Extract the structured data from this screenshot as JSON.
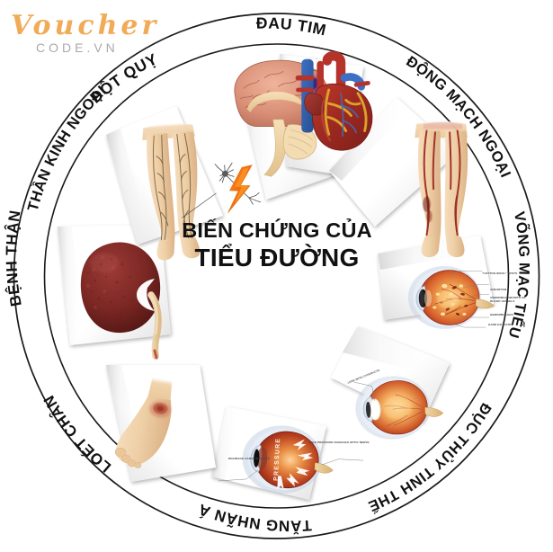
{
  "watermark": {
    "brand": "Voucher",
    "domain": "CODE.VN",
    "brand_color": "#f0a44a",
    "domain_color": "#9b9b9b"
  },
  "center": {
    "line1": "BIẾN CHỨNG CỦA",
    "line2": "TIỂU ĐƯỜNG"
  },
  "colors": {
    "outline": "#000000",
    "segment": "#ffffff",
    "segment_shadow": "#d9d9d9",
    "text": "#111111"
  },
  "segments": [
    {
      "id": "stroke",
      "label": "ĐỘT QUỴ",
      "illustration": "brain-stroke-illustration",
      "position": "top-left-of-top"
    },
    {
      "id": "heart-attack",
      "label": "ĐAU TIM",
      "illustration": "anatomical-heart-illustration",
      "position": "top"
    },
    {
      "id": "peripheral-artery-disease",
      "label": "ĐỘNG MẠCH NGOẠI BIÊN",
      "illustration": "legs-arteries-illustration",
      "position": "upper-right"
    },
    {
      "id": "diabetic-retinopathy",
      "label": "VÕNG MẠC TIỂU ĐƯỜNG",
      "illustration": "eye-retinopathy-illustration",
      "position": "right",
      "annotations": [
        "\"COTTON WOOL\" SPOTS",
        "ANEURYSM",
        "ABNORMAL GROWTH OF BLOOD VESSELS",
        "HEMORRHAGES",
        "HARD EXUDATES"
      ]
    },
    {
      "id": "cataract",
      "label": "ĐỤC THỦY TINH THỂ",
      "illustration": "eye-cataract-illustration",
      "position": "lower-right",
      "annotations": [
        "LENS WITH CATARACTS"
      ]
    },
    {
      "id": "glaucoma",
      "label": "TĂNG NHÃN ÁP",
      "illustration": "eye-glaucoma-illustration",
      "position": "bottom",
      "annotations": [
        "PRESSURE",
        "HIGH PRESSURE DAMAGES OPTIC NERVE",
        "DRAINAGE CANAL BLOCKED"
      ]
    },
    {
      "id": "foot-ulcer",
      "label": "LOÉT CHÂN",
      "illustration": "foot-ulcer-illustration",
      "position": "lower-left"
    },
    {
      "id": "kidney-disease",
      "label": "BỆNH THẬN",
      "illustration": "kidney-illustration",
      "position": "left"
    },
    {
      "id": "peripheral-neuropathy",
      "label": "THẦN KINH NGOẠI BIÊN",
      "illustration": "legs-nerves-illustration",
      "position": "upper-left"
    }
  ]
}
